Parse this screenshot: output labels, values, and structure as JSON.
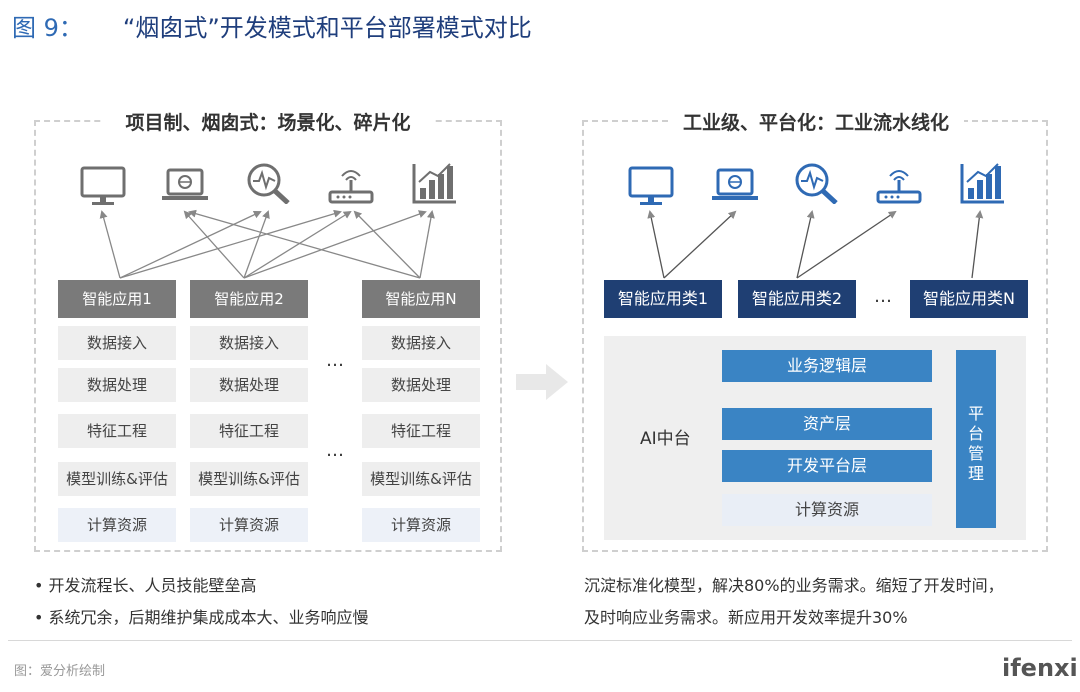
{
  "figure": {
    "number": "图 9：",
    "title": "“烟囱式”开发模式和平台部署模式对比"
  },
  "left": {
    "title": "项目制、烟囱式：场景化、碎片化",
    "apps": [
      "智能应用1",
      "智能应用2",
      "智能应用N"
    ],
    "layers": [
      "数据接入",
      "数据处理",
      "特征工程",
      "模型训练&评估",
      "计算资源"
    ],
    "ellipsis": "…",
    "notes": [
      "• 开发流程长、人员技能壁垒高",
      "• 系统冗余，后期维护集成成本大、业务响应慢"
    ]
  },
  "right": {
    "title": "工业级、平台化：工业流水线化",
    "apps": [
      "智能应用类1",
      "智能应用类2",
      "智能应用类N"
    ],
    "ellipsis": "…",
    "platform_label": "AI中台",
    "layers": [
      "业务逻辑层",
      "资产层",
      "开发平台层",
      "计算资源"
    ],
    "side_bar": "平台管理",
    "note_lines": [
      "沉淀标准化模型，解决80%的业务需求。缩短了开发时间，",
      "及时响应业务需求。新应用开发效率提升30%"
    ]
  },
  "icons": [
    "monitor-icon",
    "laptop-icon",
    "search-analysis-icon",
    "router-icon",
    "chart-icon"
  ],
  "colors": {
    "left_icon": "#7a7a7a",
    "right_icon": "#2f6ab4",
    "dark_navy": "#1f3f73",
    "blue": "#3a84c4"
  },
  "footer": {
    "source": "图：爱分析绘制",
    "logo": "ifenxi"
  }
}
